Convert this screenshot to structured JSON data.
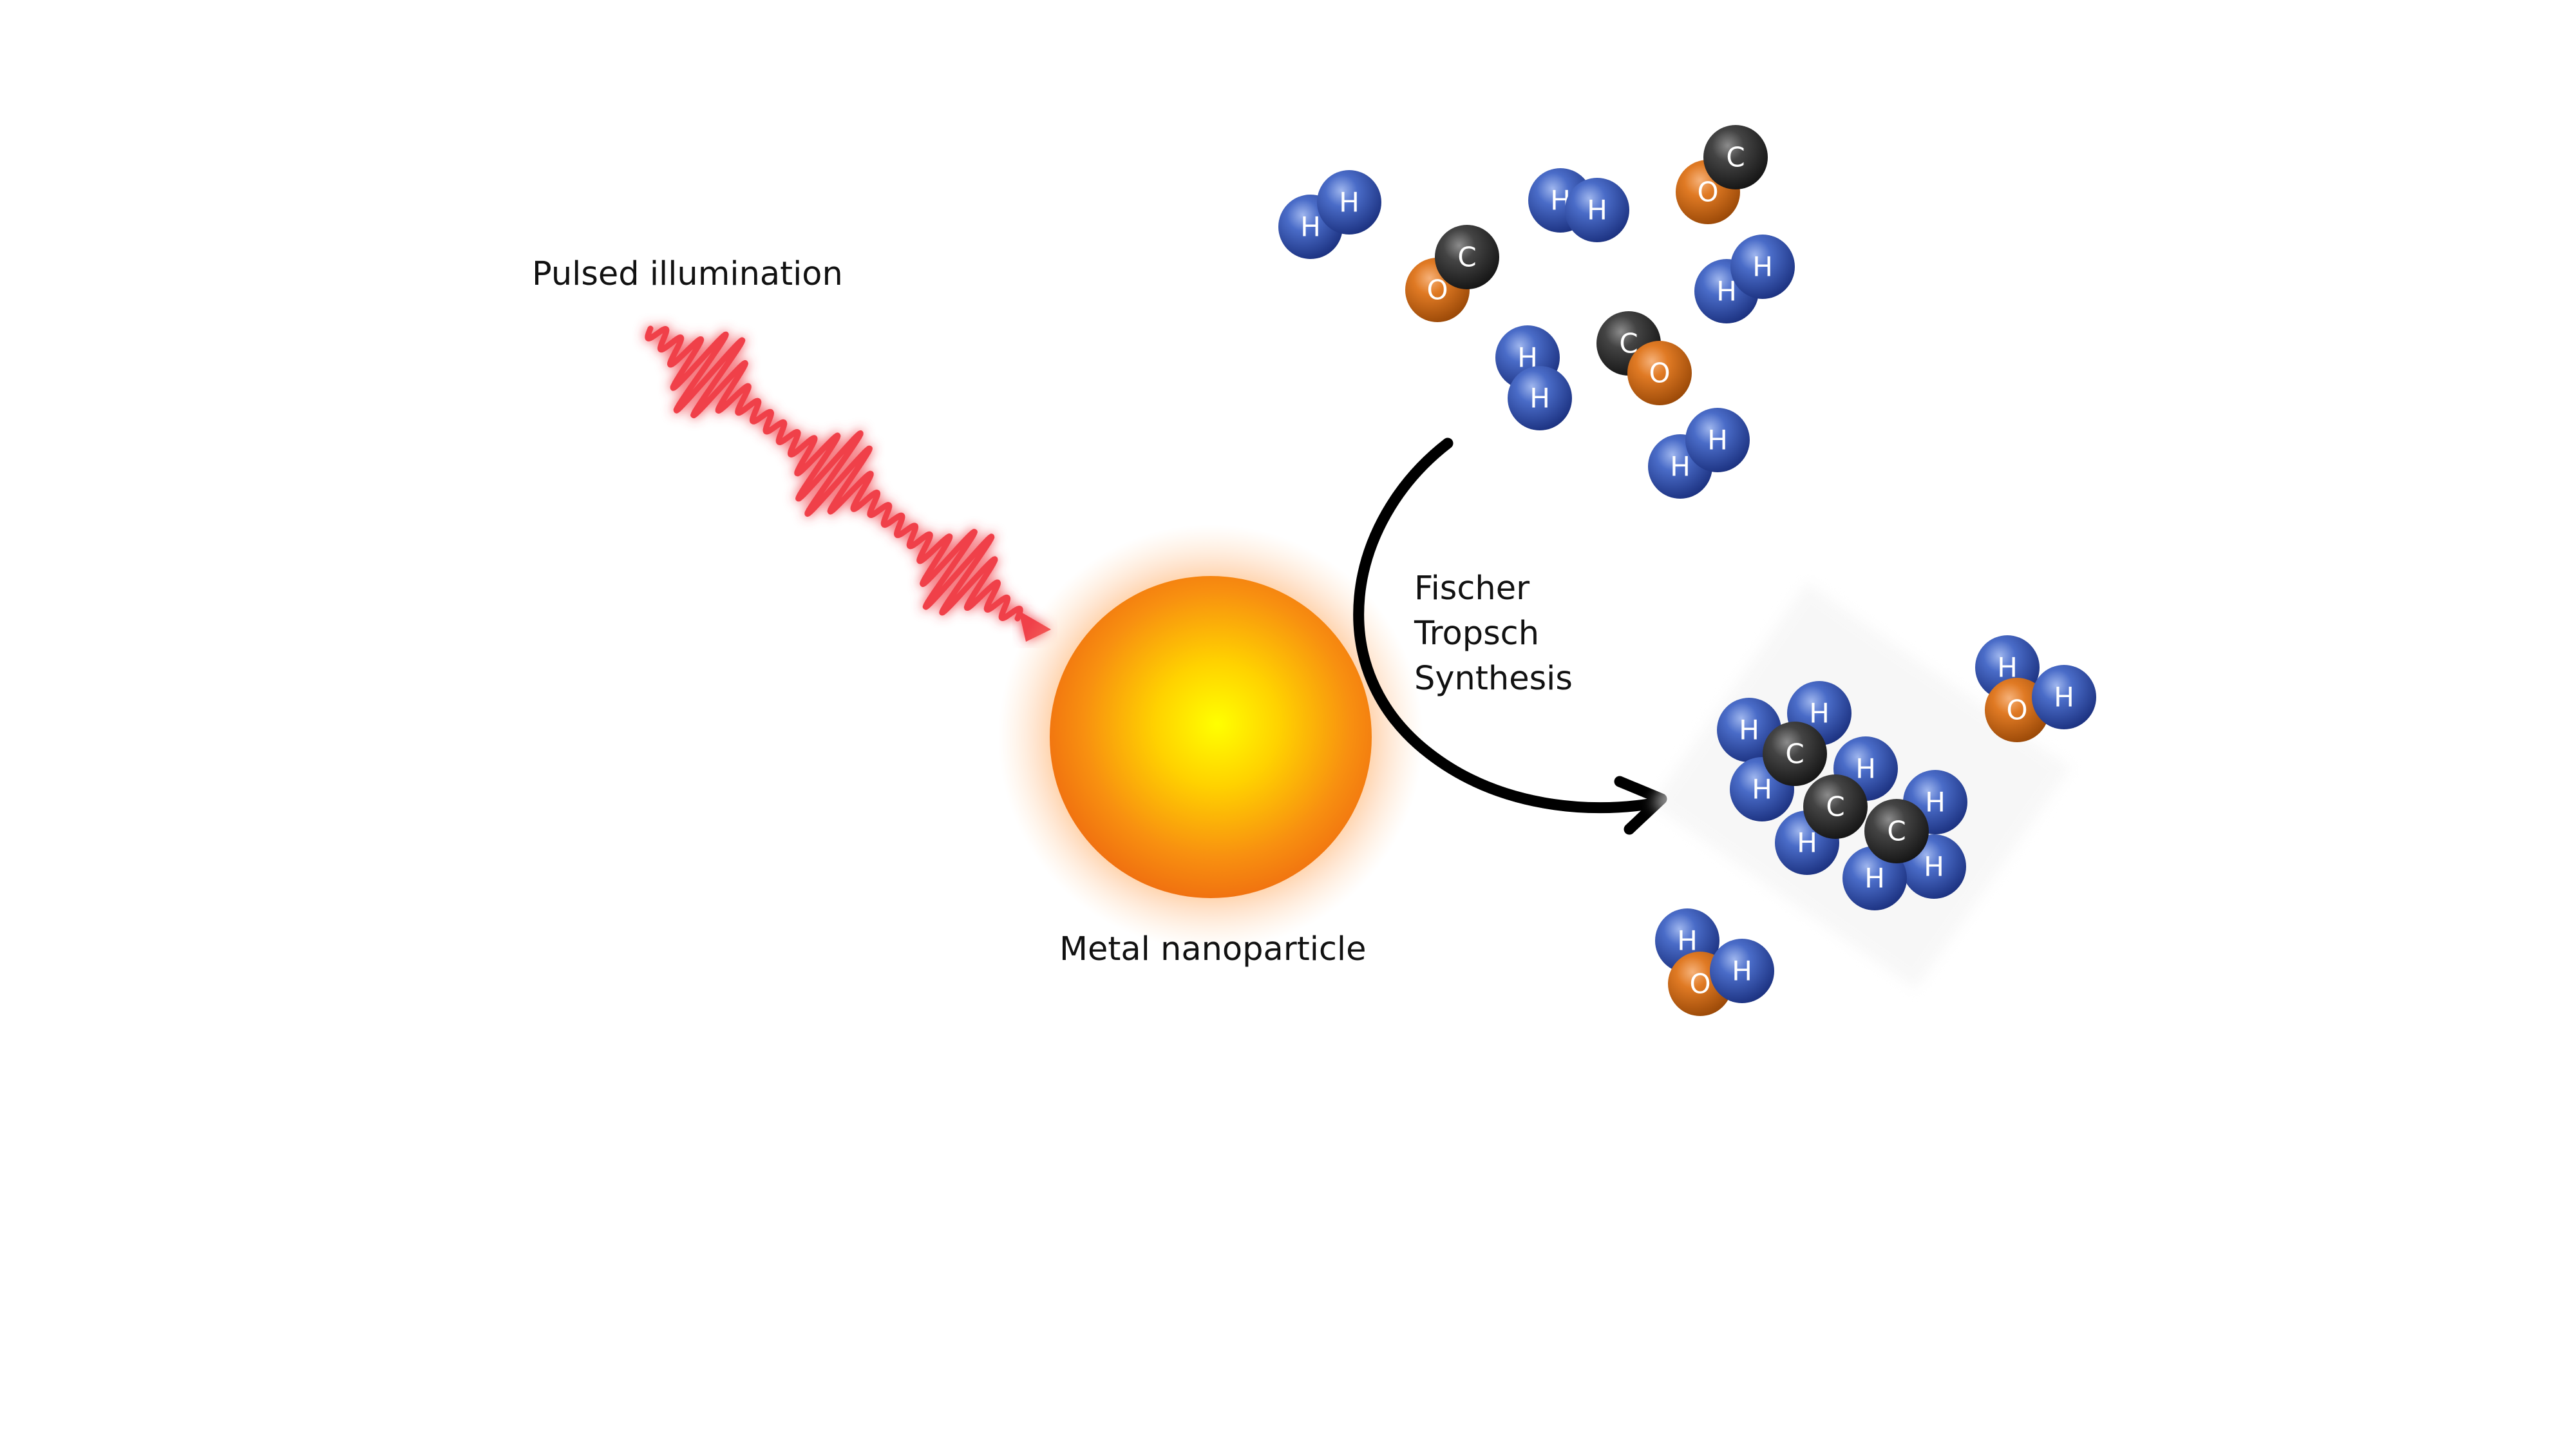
{
  "labels": {
    "pulsed_illumination": "Pulsed illumination",
    "metal_nanoparticle": "Metal nanoparticle",
    "reaction_line1": "Fischer",
    "reaction_line2": "Tropsch",
    "reaction_line3": "Synthesis"
  },
  "atom_symbols": {
    "hydrogen": "H",
    "carbon": "C",
    "oxygen": "O"
  },
  "colors": {
    "light_pulse": "#f0414a",
    "hydrogen": "#2f4fa8",
    "carbon": "#3a3a3a",
    "oxygen": "#d8701c",
    "particle_outer": "#f07010",
    "particle_core": "#ffff00",
    "arrow": "#000000"
  }
}
